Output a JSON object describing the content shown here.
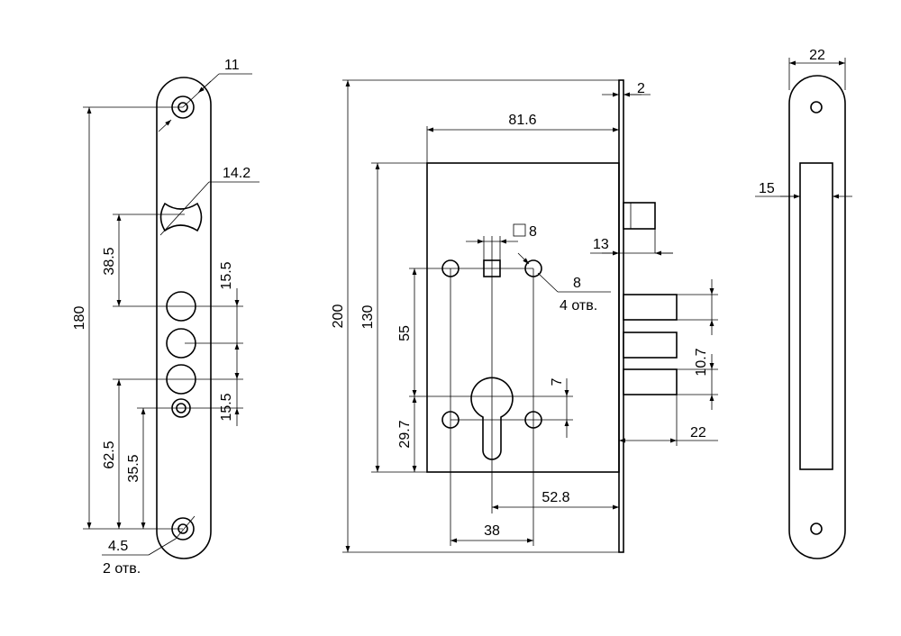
{
  "front_plate": {
    "width_11": "11",
    "cam_14_2": "14.2",
    "height_180": "180",
    "dist_38_5": "38.5",
    "pitch_15_5_top": "15.5",
    "pitch_15_5_bottom": "15.5",
    "dist_62_5": "62.5",
    "dist_35_5": "35.5",
    "hole_4_5": "4.5",
    "hole_count": "2 отв."
  },
  "lock_body": {
    "height_200": "200",
    "thickness_2": "2",
    "width_81_6": "81.6",
    "height_130": "130",
    "square_8": "8",
    "latch_13": "13",
    "hole_8": "8",
    "hole_count": "4 отв.",
    "dist_55": "55",
    "dist_7": "7",
    "bolt_pitch_10_7": "10.7",
    "dist_29_7": "29.7",
    "bolt_throw_22": "22",
    "backset_52_8": "52.8",
    "spacing_38": "38"
  },
  "side_plate": {
    "width_22": "22",
    "slot_15": "15"
  }
}
